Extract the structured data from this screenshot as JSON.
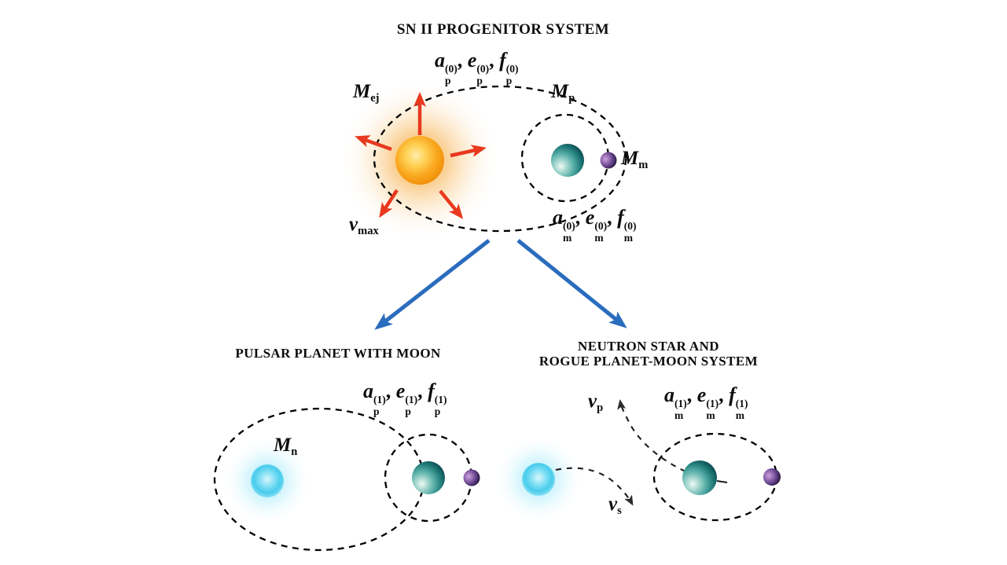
{
  "titles": {
    "top": "SN II PROGENITOR SYSTEM",
    "bottom_left": "PULSAR PLANET WITH MOON",
    "bottom_right_line1": "NEUTRON STAR AND",
    "bottom_right_line2": "ROGUE PLANET-MOON SYSTEM"
  },
  "labels": {
    "ejecta_mass": {
      "base": "M",
      "sub": "ej"
    },
    "max_velocity": {
      "base": "v",
      "sub": "max"
    },
    "planet_mass": {
      "base": "M",
      "sub": "p"
    },
    "moon_mass": {
      "base": "M",
      "sub": "m"
    },
    "neutron_star_mass": {
      "base": "M",
      "sub": "n"
    },
    "planet_velocity": {
      "base": "v",
      "sub": "p"
    },
    "star_velocity": {
      "base": "v",
      "sub": "s"
    }
  },
  "formulas": {
    "progenitor_planet": {
      "terms": [
        {
          "base": "a",
          "sup": "(0)",
          "sub": "p",
          "sep": ", "
        },
        {
          "base": "e",
          "sup": "(0)",
          "sub": "p",
          "sep": ","
        },
        {
          "base": "f",
          "sup": "(0)",
          "sub": "p",
          "sep": ""
        }
      ]
    },
    "progenitor_moon": {
      "terms": [
        {
          "base": "a",
          "sup": "(0)",
          "sub": "m",
          "sep": ", "
        },
        {
          "base": "e",
          "sup": "(0)",
          "sub": "m",
          "sep": ","
        },
        {
          "base": "f",
          "sup": "(0)",
          "sub": "m",
          "sep": ""
        }
      ]
    },
    "pulsar_planet": {
      "terms": [
        {
          "base": "a",
          "sup": "(1)",
          "sub": "p",
          "sep": ", "
        },
        {
          "base": "e",
          "sup": "(1)",
          "sub": "p",
          "sep": ","
        },
        {
          "base": "f",
          "sup": "(1)",
          "sub": "p",
          "sep": ""
        }
      ]
    },
    "rogue_moon": {
      "terms": [
        {
          "base": "a",
          "sup": "(1)",
          "sub": "m",
          "sep": ", "
        },
        {
          "base": "e",
          "sup": "(1)",
          "sub": "m",
          "sep": ","
        },
        {
          "base": "f",
          "sup": "(1)",
          "sub": "m",
          "sep": ""
        }
      ]
    }
  },
  "colors": {
    "background": "#ffffff",
    "progenitor_star_orange": "#f79e12",
    "star_glow_orange": "#f6a93c",
    "planet_teal": "#2f8f8b",
    "moon_purple": "#5d3b7a",
    "neutron_star_cyan": "#52cfee",
    "ejecta_arrow_red": "#e8381e",
    "transition_arrow_blue": "#2a6cbd",
    "orbit_dash_black": "#000000"
  }
}
